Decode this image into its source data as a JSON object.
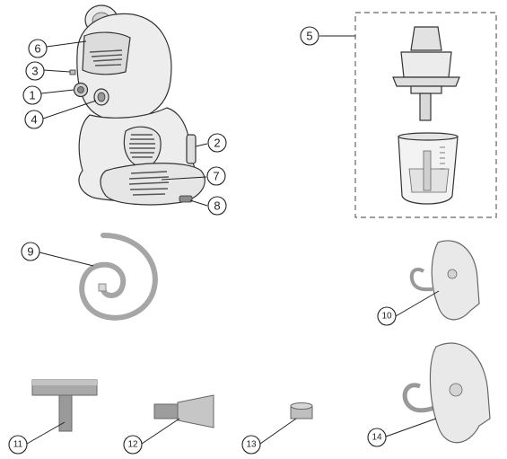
{
  "diagram": {
    "callouts": [
      {
        "id": "1",
        "label": "1"
      },
      {
        "id": "2",
        "label": "2"
      },
      {
        "id": "3",
        "label": "3"
      },
      {
        "id": "4",
        "label": "4"
      },
      {
        "id": "5",
        "label": "5"
      },
      {
        "id": "6",
        "label": "6"
      },
      {
        "id": "7",
        "label": "7"
      },
      {
        "id": "8",
        "label": "8"
      },
      {
        "id": "9",
        "label": "9"
      },
      {
        "id": "10",
        "label": "10"
      },
      {
        "id": "11",
        "label": "11"
      },
      {
        "id": "12",
        "label": "12"
      },
      {
        "id": "13",
        "label": "13"
      },
      {
        "id": "14",
        "label": "14"
      }
    ],
    "colors": {
      "body_fill": "#ededed",
      "outline": "#333333",
      "tube_gray": "#a6a6a6",
      "dark_part": "#8c8c8c",
      "mask_fill": "#e9e9e9",
      "dashed_border": "#666666"
    }
  }
}
